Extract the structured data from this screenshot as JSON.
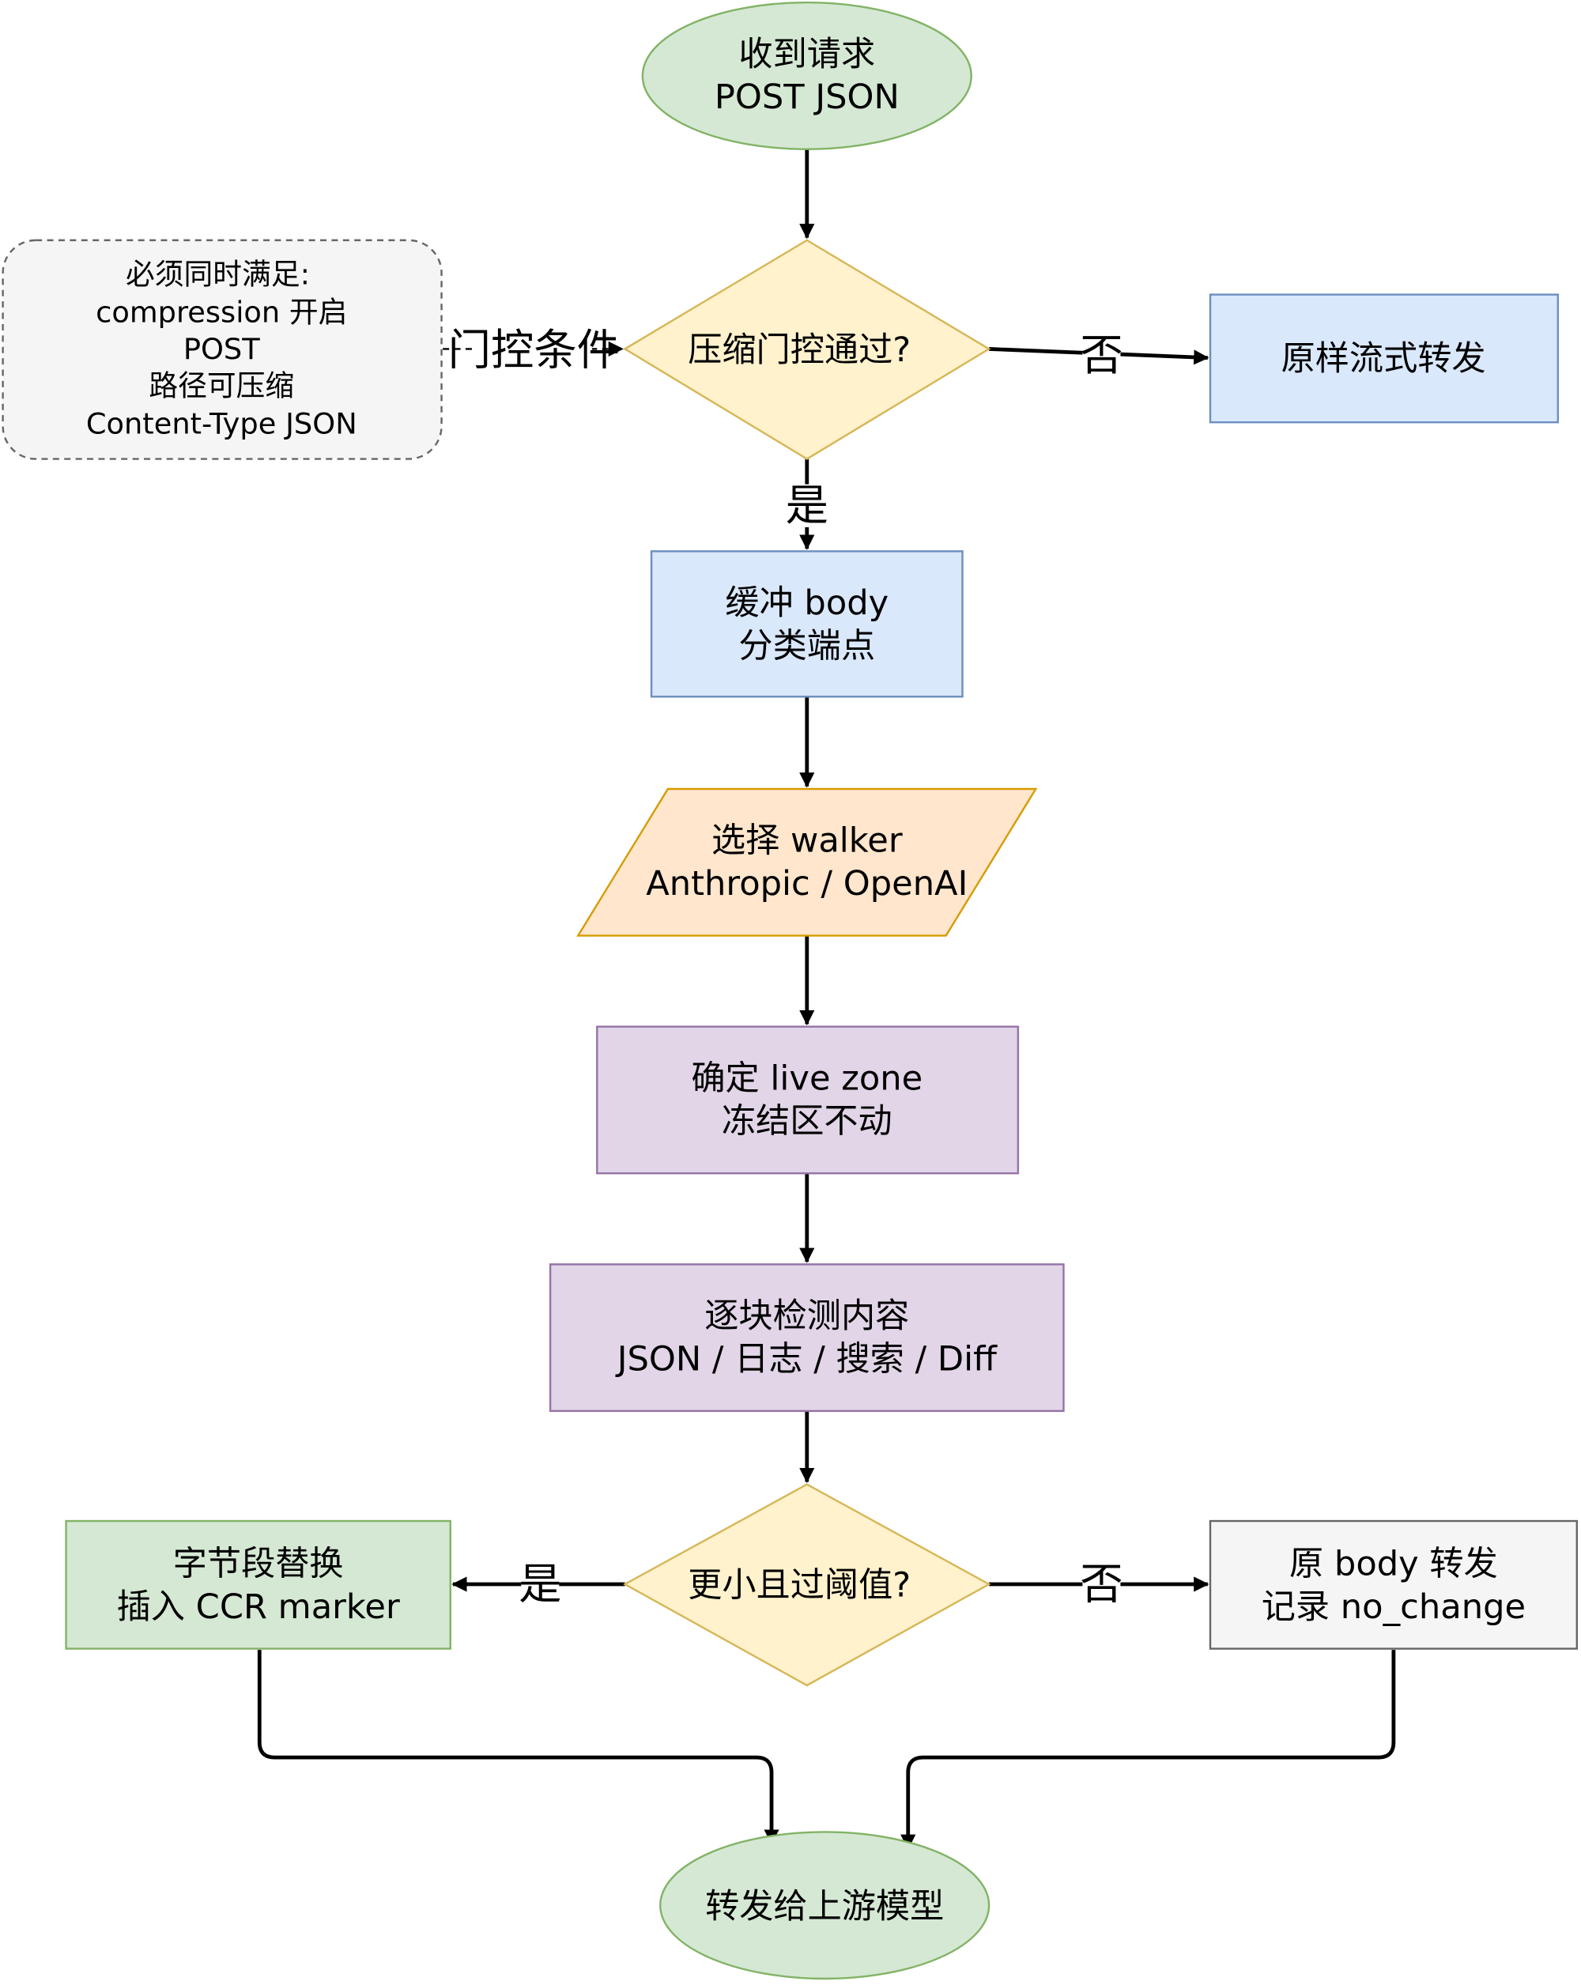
{
  "colors": {
    "terminal_fill": "#d5e8d4",
    "terminal_stroke": "#82b366",
    "decision_fill": "#fff2cc",
    "decision_stroke": "#d6b656",
    "process_blue_fill": "#dae8fc",
    "process_blue_stroke": "#6c8ebf",
    "io_fill": "#ffe6cc",
    "io_stroke": "#d79b00",
    "process_purple_fill": "#e1d5e7",
    "process_purple_stroke": "#9673a6",
    "process_grey_fill": "#f5f5f5",
    "process_grey_stroke": "#666666",
    "edge": "#000000"
  },
  "nodes": {
    "start": {
      "line1": "收到请求",
      "line2": "POST JSON"
    },
    "gate_decision": {
      "label": "压缩门控通过?"
    },
    "gate_note": {
      "line1": "必须同时满足:",
      "line2": "compression 开启",
      "line3": "POST",
      "line4": "路径可压缩",
      "line5": "Content-Type JSON"
    },
    "passthrough": {
      "label": "原样流式转发"
    },
    "buffer": {
      "line1": "缓冲 body",
      "line2": "分类端点"
    },
    "walker": {
      "line1": "选择 walker",
      "line2": "Anthropic / OpenAI"
    },
    "live_zone": {
      "line1": "确定 live zone",
      "line2": "冻结区不动"
    },
    "detect": {
      "line1": "逐块检测内容",
      "line2": "JSON / 日志 / 搜索 / Diff"
    },
    "threshold_decision": {
      "label": "更小且过阈值?"
    },
    "replace": {
      "line1": "字节段替换",
      "line2": "插入 CCR marker"
    },
    "no_change": {
      "line1": "原 body 转发",
      "line2": "记录 no_change"
    },
    "end": {
      "label": "转发给上游模型"
    }
  },
  "edges": {
    "gate_condition": "门控条件",
    "gate_no": "否",
    "gate_yes": "是",
    "threshold_yes": "是",
    "threshold_no": "否"
  }
}
